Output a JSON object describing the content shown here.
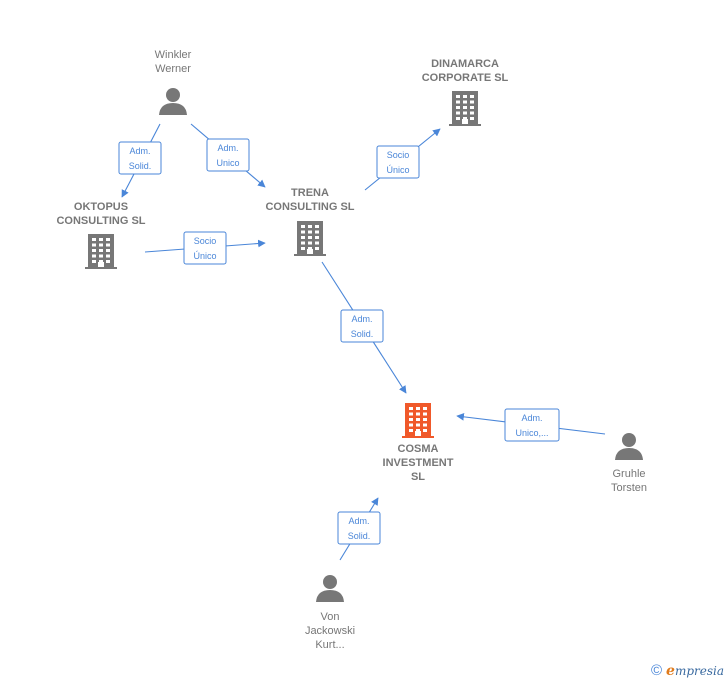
{
  "colors": {
    "edge": "#4a86d8",
    "company": "#777777",
    "person": "#777777",
    "focus": "#f0592a"
  },
  "nodes": [
    {
      "id": "winkler",
      "type": "person",
      "lines": [
        "Winkler",
        "Werner"
      ],
      "focus": false
    },
    {
      "id": "dinamarca",
      "type": "company",
      "lines": [
        "DINAMARCA",
        "CORPORATE SL"
      ],
      "focus": false
    },
    {
      "id": "oktopus",
      "type": "company",
      "lines": [
        "OKTOPUS",
        "CONSULTING SL"
      ],
      "focus": false
    },
    {
      "id": "trena",
      "type": "company",
      "lines": [
        "TRENA",
        "CONSULTING SL"
      ],
      "focus": false
    },
    {
      "id": "cosma",
      "type": "company",
      "lines": [
        "COSMA",
        "INVESTMENT",
        "SL"
      ],
      "focus": true
    },
    {
      "id": "gruhle",
      "type": "person",
      "lines": [
        "Gruhle",
        "Torsten"
      ],
      "focus": false
    },
    {
      "id": "jackowski",
      "type": "person",
      "lines": [
        "Von",
        "Jackowski",
        "Kurt..."
      ],
      "focus": false
    }
  ],
  "edges": [
    {
      "id": "e1",
      "from": "winkler",
      "to": "oktopus",
      "lines": [
        "Adm.",
        "Solid."
      ]
    },
    {
      "id": "e2",
      "from": "winkler",
      "to": "trena",
      "lines": [
        "Adm.",
        "Unico"
      ]
    },
    {
      "id": "e3",
      "from": "trena",
      "to": "dinamarca",
      "lines": [
        "Socio",
        "Único"
      ]
    },
    {
      "id": "e4",
      "from": "oktopus",
      "to": "trena",
      "lines": [
        "Socio",
        "Único"
      ]
    },
    {
      "id": "e5",
      "from": "trena",
      "to": "cosma",
      "lines": [
        "Adm.",
        "Solid."
      ]
    },
    {
      "id": "e6",
      "from": "gruhle",
      "to": "cosma",
      "lines": [
        "Adm.",
        "Unico,..."
      ]
    },
    {
      "id": "e7",
      "from": "jackowski",
      "to": "cosma",
      "lines": [
        "Adm.",
        "Solid."
      ]
    }
  ],
  "footer": {
    "copyright": "©",
    "brand_initial": "e",
    "brand_rest": "mpresia"
  }
}
